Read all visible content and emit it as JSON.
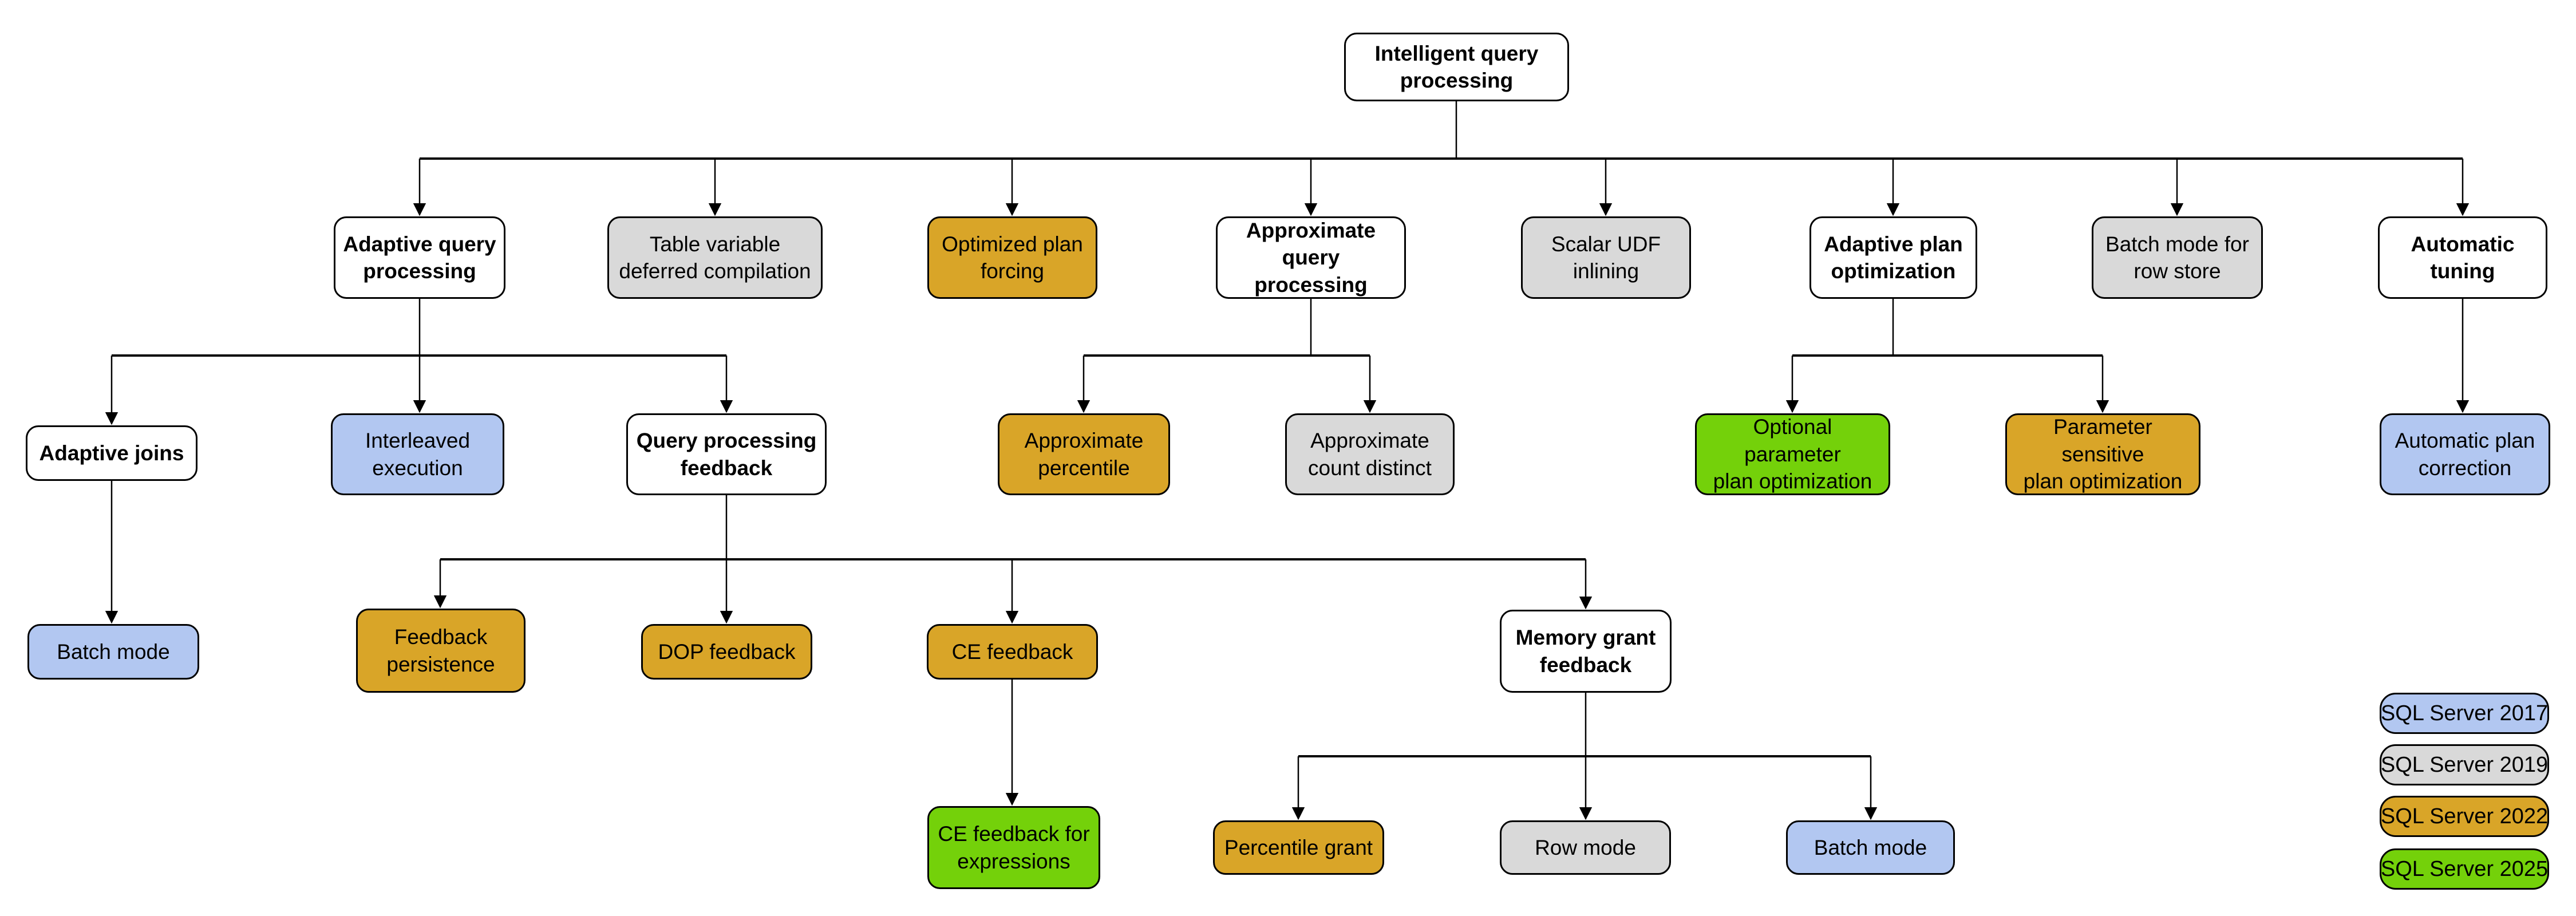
{
  "colors": {
    "c2017": "#b2c7f1",
    "c2019": "#d9d9d9",
    "c2022": "#d9a528",
    "c2025": "#74d10a",
    "border": "#000000"
  },
  "nodes": [
    {
      "id": "intelligent-query-processing",
      "label": "Intelligent query\nprocessing",
      "version": "category"
    },
    {
      "id": "adaptive-query-processing",
      "label": "Adaptive query\nprocessing",
      "version": "category"
    },
    {
      "id": "table-variable-deferred-compilation",
      "label": "Table variable\ndeferred compilation",
      "version": "SQL Server 2019"
    },
    {
      "id": "optimized-plan-forcing",
      "label": "Optimized plan\nforcing",
      "version": "SQL Server 2022"
    },
    {
      "id": "approximate-query-processing",
      "label": "Approximate\nquery processing",
      "version": "category"
    },
    {
      "id": "scalar-udf-inlining",
      "label": "Scalar UDF\ninlining",
      "version": "SQL Server 2019"
    },
    {
      "id": "adaptive-plan-optimization",
      "label": "Adaptive plan\noptimization",
      "version": "category"
    },
    {
      "id": "batch-mode-for-row-store",
      "label": "Batch mode for\nrow store",
      "version": "SQL Server 2019"
    },
    {
      "id": "automatic-tuning",
      "label": "Automatic\ntuning",
      "version": "category"
    },
    {
      "id": "adaptive-joins",
      "label": "Adaptive joins",
      "version": "category"
    },
    {
      "id": "interleaved-execution",
      "label": "Interleaved\nexecution",
      "version": "SQL Server 2017"
    },
    {
      "id": "query-processing-feedback",
      "label": "Query processing\nfeedback",
      "version": "category"
    },
    {
      "id": "approximate-percentile",
      "label": "Approximate\npercentile",
      "version": "SQL Server 2022"
    },
    {
      "id": "approximate-count-distinct",
      "label": "Approximate\ncount distinct",
      "version": "SQL Server 2019"
    },
    {
      "id": "optional-parameter-plan-optimization",
      "label": "Optional parameter\nplan optimization",
      "version": "SQL Server 2025"
    },
    {
      "id": "parameter-sensitive-plan-optimization",
      "label": "Parameter sensitive\nplan optimization",
      "version": "SQL Server 2022"
    },
    {
      "id": "automatic-plan-correction",
      "label": "Automatic plan\ncorrection",
      "version": "SQL Server 2017"
    },
    {
      "id": "batch-mode-adaptive-joins",
      "label": "Batch mode",
      "version": "SQL Server 2017"
    },
    {
      "id": "feedback-persistence",
      "label": "Feedback\npersistence",
      "version": "SQL Server 2022"
    },
    {
      "id": "dop-feedback",
      "label": "DOP feedback",
      "version": "SQL Server 2022"
    },
    {
      "id": "ce-feedback",
      "label": "CE feedback",
      "version": "SQL Server 2022"
    },
    {
      "id": "memory-grant-feedback",
      "label": "Memory grant\nfeedback",
      "version": "category"
    },
    {
      "id": "ce-feedback-for-expressions",
      "label": "CE feedback for\nexpressions",
      "version": "SQL Server 2025"
    },
    {
      "id": "percentile-grant",
      "label": "Percentile grant",
      "version": "SQL Server 2022"
    },
    {
      "id": "row-mode",
      "label": "Row mode",
      "version": "SQL Server 2019"
    },
    {
      "id": "batch-mode-memory-grant",
      "label": "Batch mode",
      "version": "SQL Server 2017"
    }
  ],
  "legend": {
    "items": [
      {
        "label": "SQL Server 2017",
        "color": "#b2c7f1"
      },
      {
        "label": "SQL Server 2019",
        "color": "#d9d9d9"
      },
      {
        "label": "SQL Server 2022",
        "color": "#d9a528"
      },
      {
        "label": "SQL Server 2025",
        "color": "#74d10a"
      }
    ]
  }
}
